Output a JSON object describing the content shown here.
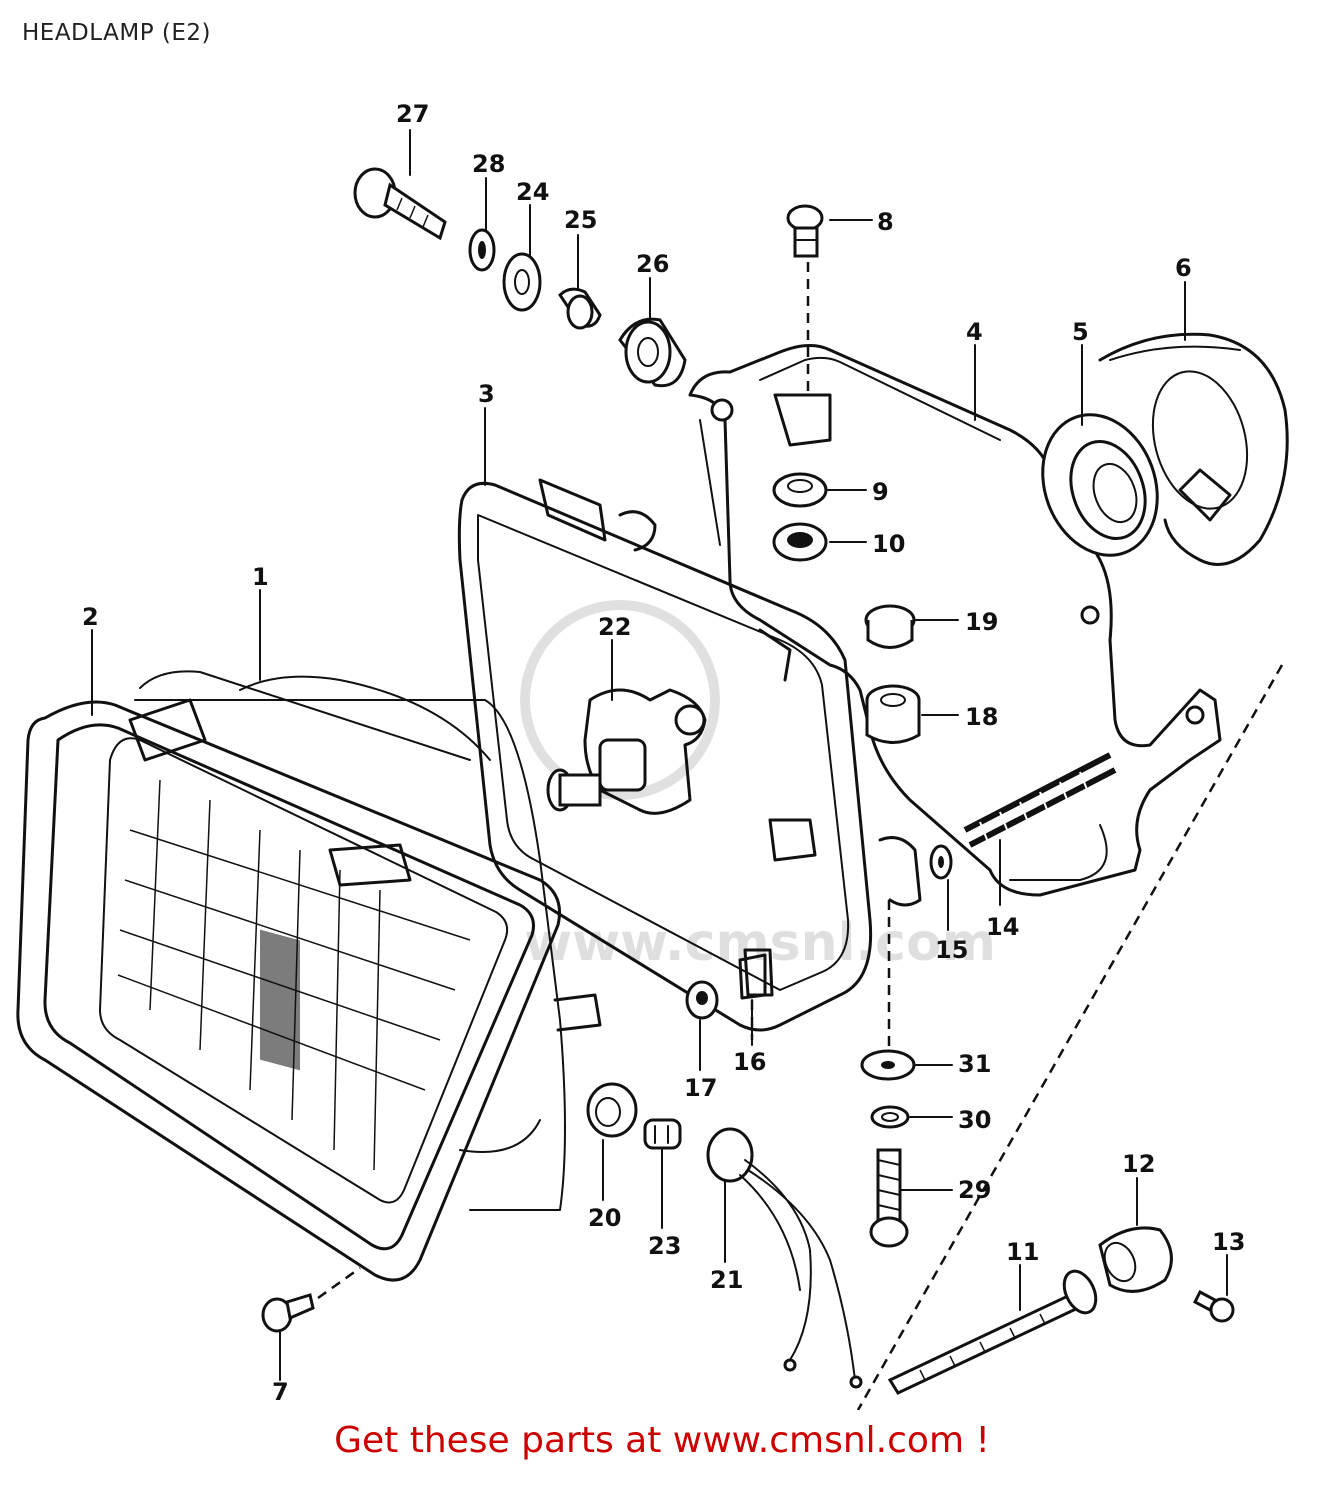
{
  "title": "HEADLAMP (E2)",
  "footer_link": "Get these parts at www.cmsnl.com !",
  "watermark": "www.cmsnl.com",
  "parts": [
    {
      "no": "1"
    },
    {
      "no": "2"
    },
    {
      "no": "3"
    },
    {
      "no": "4"
    },
    {
      "no": "5"
    },
    {
      "no": "6"
    },
    {
      "no": "7"
    },
    {
      "no": "8"
    },
    {
      "no": "9"
    },
    {
      "no": "10"
    },
    {
      "no": "11"
    },
    {
      "no": "12"
    },
    {
      "no": "13"
    },
    {
      "no": "14"
    },
    {
      "no": "15"
    },
    {
      "no": "16"
    },
    {
      "no": "17"
    },
    {
      "no": "18"
    },
    {
      "no": "19"
    },
    {
      "no": "20"
    },
    {
      "no": "21"
    },
    {
      "no": "22"
    },
    {
      "no": "23"
    },
    {
      "no": "24"
    },
    {
      "no": "25"
    },
    {
      "no": "26"
    },
    {
      "no": "27"
    },
    {
      "no": "28"
    },
    {
      "no": "29"
    },
    {
      "no": "30"
    },
    {
      "no": "31"
    }
  ],
  "colors": {
    "link": "#cc0000",
    "ink": "#111111"
  }
}
